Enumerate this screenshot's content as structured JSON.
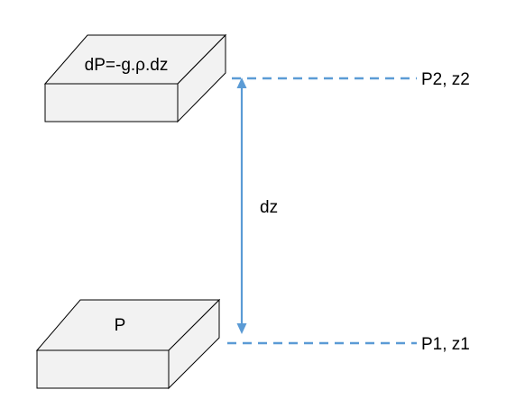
{
  "diagram": {
    "top_block_label": "dP=-g.ρ.dz",
    "bottom_block_label": "P",
    "top_level_label": "P2, z2",
    "bottom_level_label": "P1, z1",
    "dimension_label": "dz"
  },
  "colors": {
    "accent": "#5b9bd5",
    "block_fill": "#f2f2f2",
    "outline": "#000000"
  }
}
